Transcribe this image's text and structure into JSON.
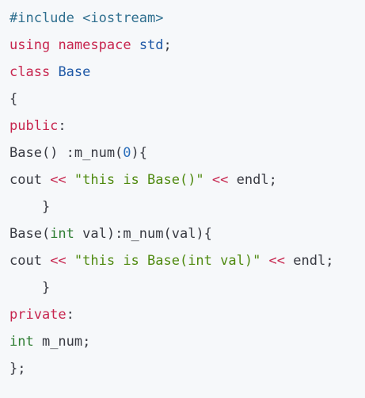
{
  "code": {
    "line1": {
      "directive": "#include",
      "header": "<iostream>"
    },
    "line2": {
      "kw_using": "using",
      "kw_namespace": "namespace",
      "ns": "std",
      "semi": ";"
    },
    "line3": {
      "kw_class": "class",
      "class_name": "Base"
    },
    "line4": {
      "brace": "{"
    },
    "line5": {
      "access": "public",
      "colon": ":"
    },
    "line6": {
      "ctor": "Base() :m_num(",
      "num": "0",
      "close": "){"
    },
    "line7": {
      "cout": "cout ",
      "op1": "<<",
      "str": " \"this is Base()\" ",
      "op2": "<<",
      "endl": " endl;"
    },
    "line8": {
      "brace": "    }"
    },
    "line9": {
      "name": "Base(",
      "type": "int",
      "rest": " val):m_num(val){"
    },
    "line10": {
      "cout": "cout ",
      "op1": "<<",
      "str": " \"this is Base(int val)\" ",
      "op2": "<<",
      "endl": " endl;"
    },
    "line11": {
      "brace": "    }"
    },
    "line12": {
      "access": "private",
      "colon": ":"
    },
    "line13": {
      "type": "int",
      "rest": " m_num;"
    },
    "line14": {
      "close": "};"
    }
  },
  "colors": {
    "background": "#f6f8fa",
    "keyword": "#c7254e",
    "identifier": "#1e58a6",
    "type": "#2e7d32",
    "string": "#4f8a10",
    "number": "#2c6fbb",
    "preprocessor": "#2f6f8f"
  }
}
